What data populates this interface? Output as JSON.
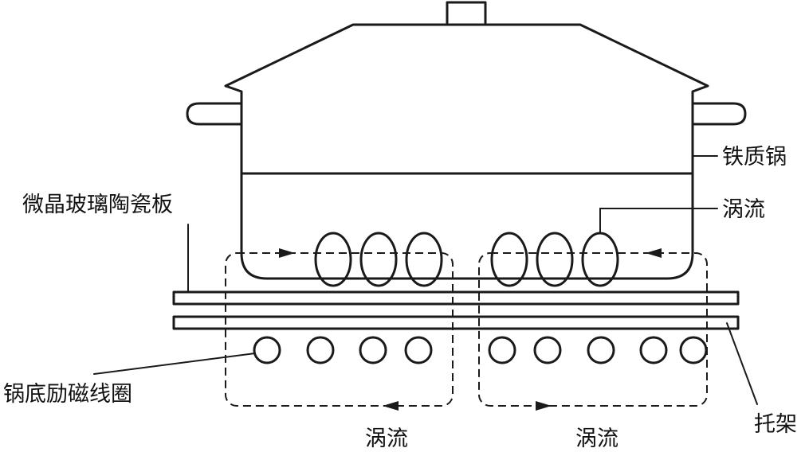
{
  "labels": {
    "iron_pot": "铁质锅",
    "eddy_current_top": "涡流",
    "glass_ceramic_plate": "微晶玻璃陶瓷板",
    "excitation_coil": "锅底励磁线圈",
    "bracket": "托架",
    "eddy_current_left": "涡流",
    "eddy_current_right": "涡流"
  }
}
